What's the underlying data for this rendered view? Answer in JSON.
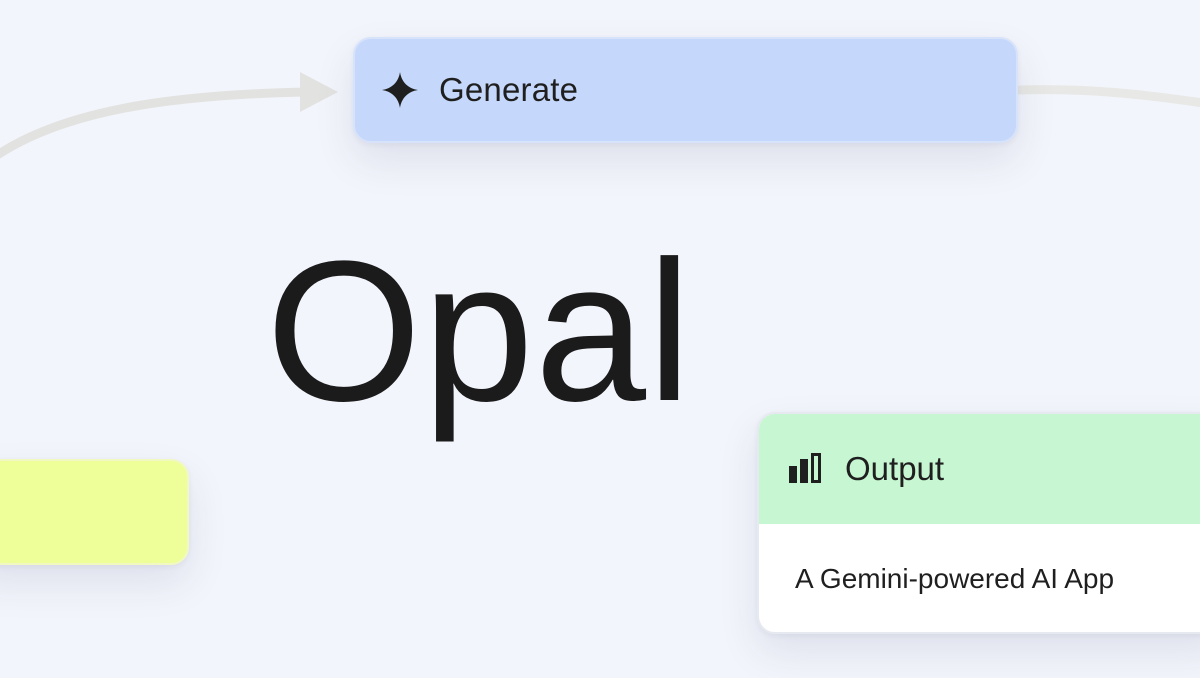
{
  "canvas": {
    "background": "#f3f5fc"
  },
  "wordmark": {
    "text": "Opal"
  },
  "nodes": {
    "generate": {
      "label": "Generate",
      "icon": "sparkle-icon",
      "color": "#c5d7fa"
    },
    "input": {
      "label": "",
      "color": "#eeff99"
    },
    "output": {
      "label": "Output",
      "icon": "bar-chart-icon",
      "description": "A Gemini-powered AI App",
      "header_color": "#c6f6d2",
      "body_color": "#ffffff"
    }
  },
  "connectors": {
    "color": "#e2e3e1"
  }
}
